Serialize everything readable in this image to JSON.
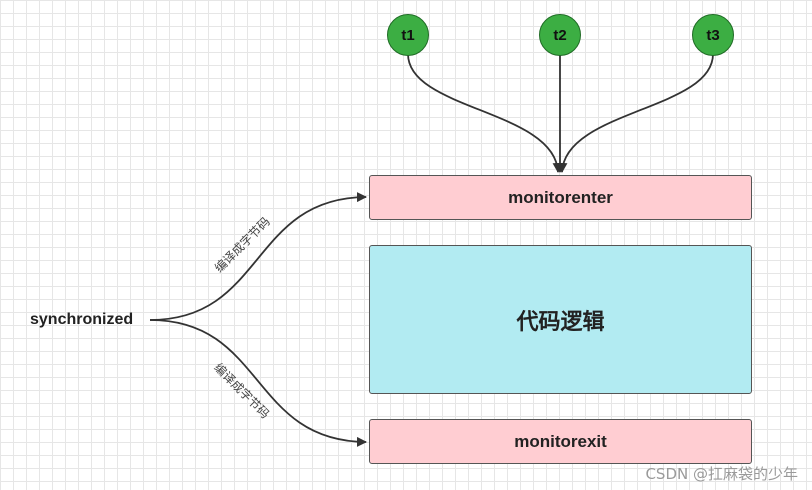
{
  "diagram": {
    "threads": [
      "t1",
      "t2",
      "t3"
    ],
    "boxes": {
      "enter": "monitorenter",
      "logic": "代码逻辑",
      "exit": "monitorexit"
    },
    "source": "synchronized",
    "edge_labels": {
      "to_enter": "编译成字节码",
      "to_exit": "编译成字节码"
    },
    "colors": {
      "thread_fill": "#3cae43",
      "monitor_fill": "#ffcdd2",
      "logic_fill": "#b2ebf2",
      "line": "#333333"
    }
  },
  "watermark": "CSDN @扛麻袋的少年"
}
